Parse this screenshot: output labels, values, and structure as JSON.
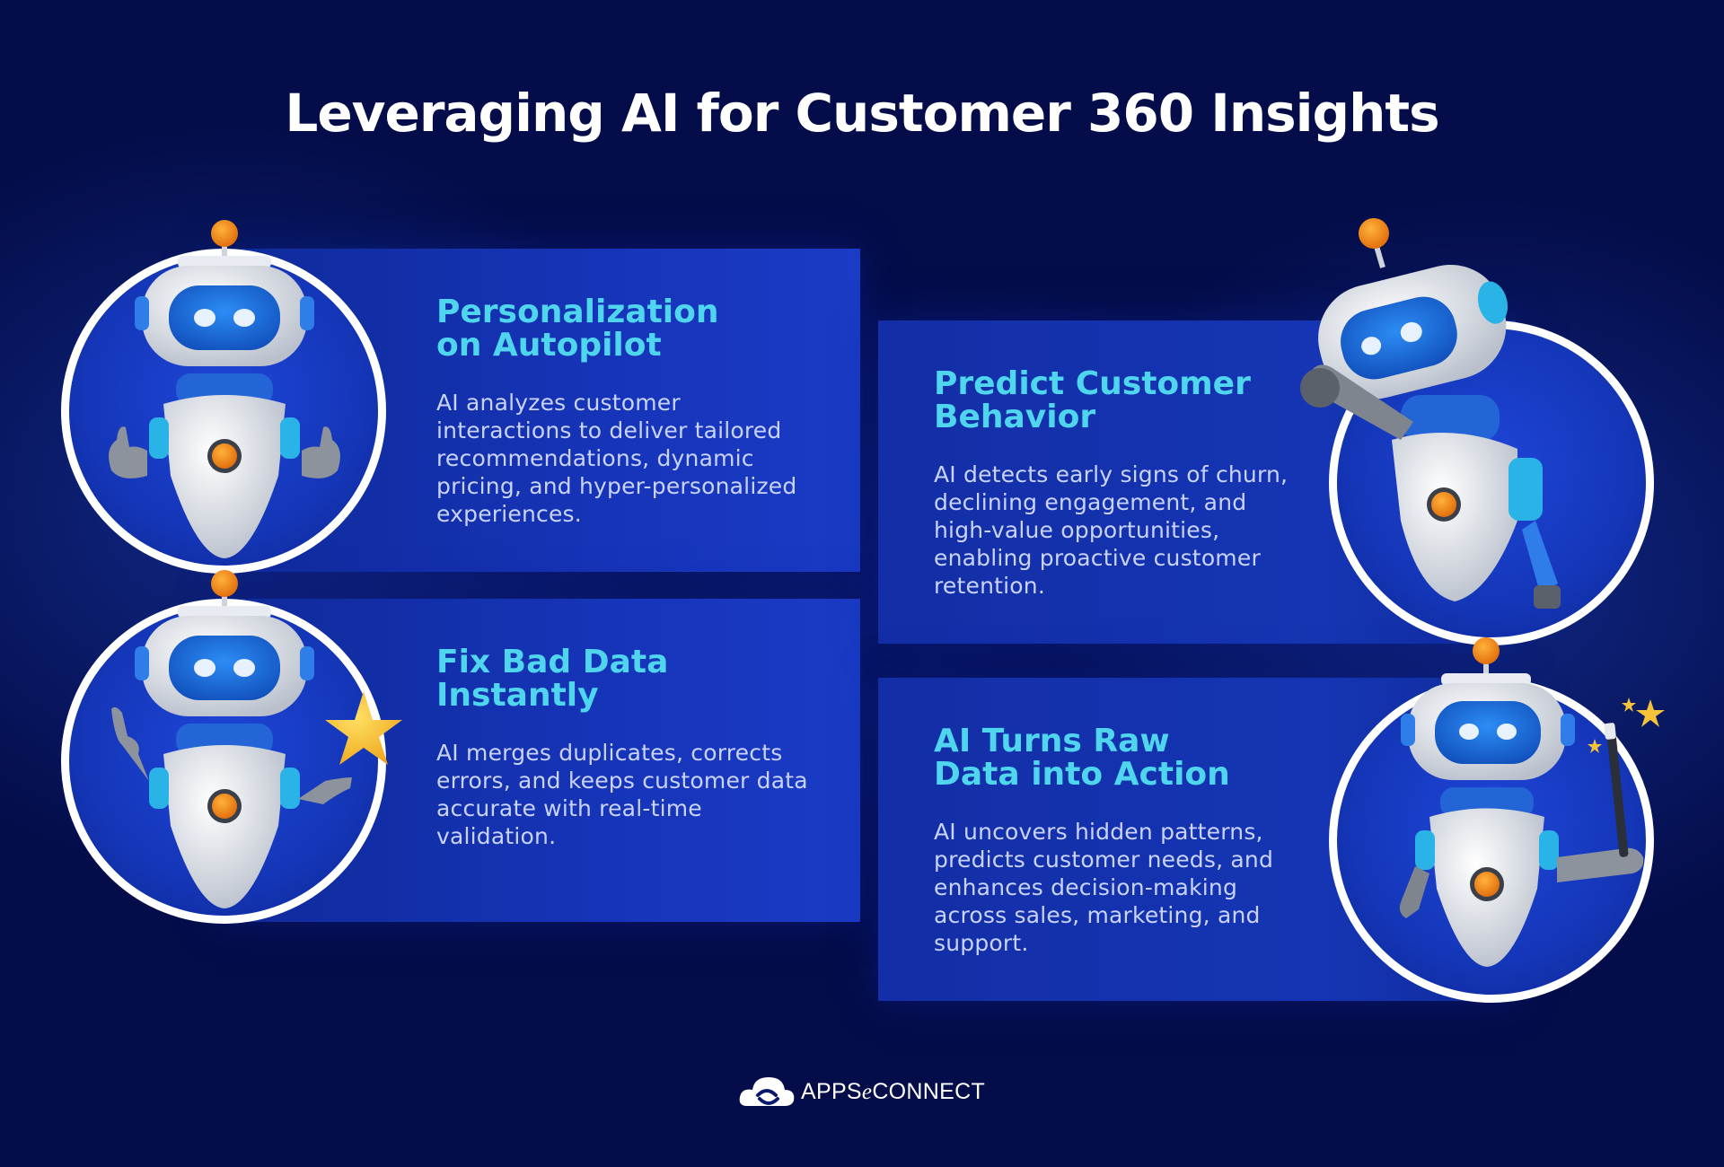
{
  "title": "Leveraging AI for Customer 360 Insights",
  "cards": [
    {
      "id": "personalization",
      "title_lines": [
        "Personalization",
        "on Autopilot"
      ],
      "body_lines": [
        "AI analyzes customer",
        "interactions to deliver tailored",
        "recommendations, dynamic",
        "pricing, and hyper-personalized",
        "experiences."
      ]
    },
    {
      "id": "predict",
      "title_lines": [
        "Predict Customer",
        "Behavior"
      ],
      "body_lines": [
        "AI detects early signs of churn,",
        "declining engagement, and",
        "high-value opportunities,",
        "enabling proactive customer",
        "retention."
      ]
    },
    {
      "id": "fix-data",
      "title_lines": [
        "Fix Bad Data",
        "Instantly"
      ],
      "body_lines": [
        "AI merges duplicates, corrects",
        "errors, and keeps customer data",
        "accurate with real-time",
        "validation."
      ]
    },
    {
      "id": "raw-data",
      "title_lines": [
        "AI Turns Raw",
        "Data into Action"
      ],
      "body_lines": [
        "AI uncovers hidden patterns,",
        "predicts customer needs, and",
        "enhances decision-making",
        "across sales, marketing, and",
        "support."
      ]
    }
  ],
  "logo": {
    "text_a": "APPS",
    "text_e": "e",
    "text_b": "CONNECT"
  },
  "colors": {
    "background": "#040d4a",
    "card": "#1634b8",
    "heading": "#4fd6ee",
    "accent_orange": "#f07a12",
    "robot_blue": "#1a6fe0"
  },
  "icons": [
    "robot-thumbs-up-icon",
    "robot-waving-icon",
    "robot-star-icon",
    "robot-magic-wand-icon",
    "cloud-logo-icon"
  ]
}
